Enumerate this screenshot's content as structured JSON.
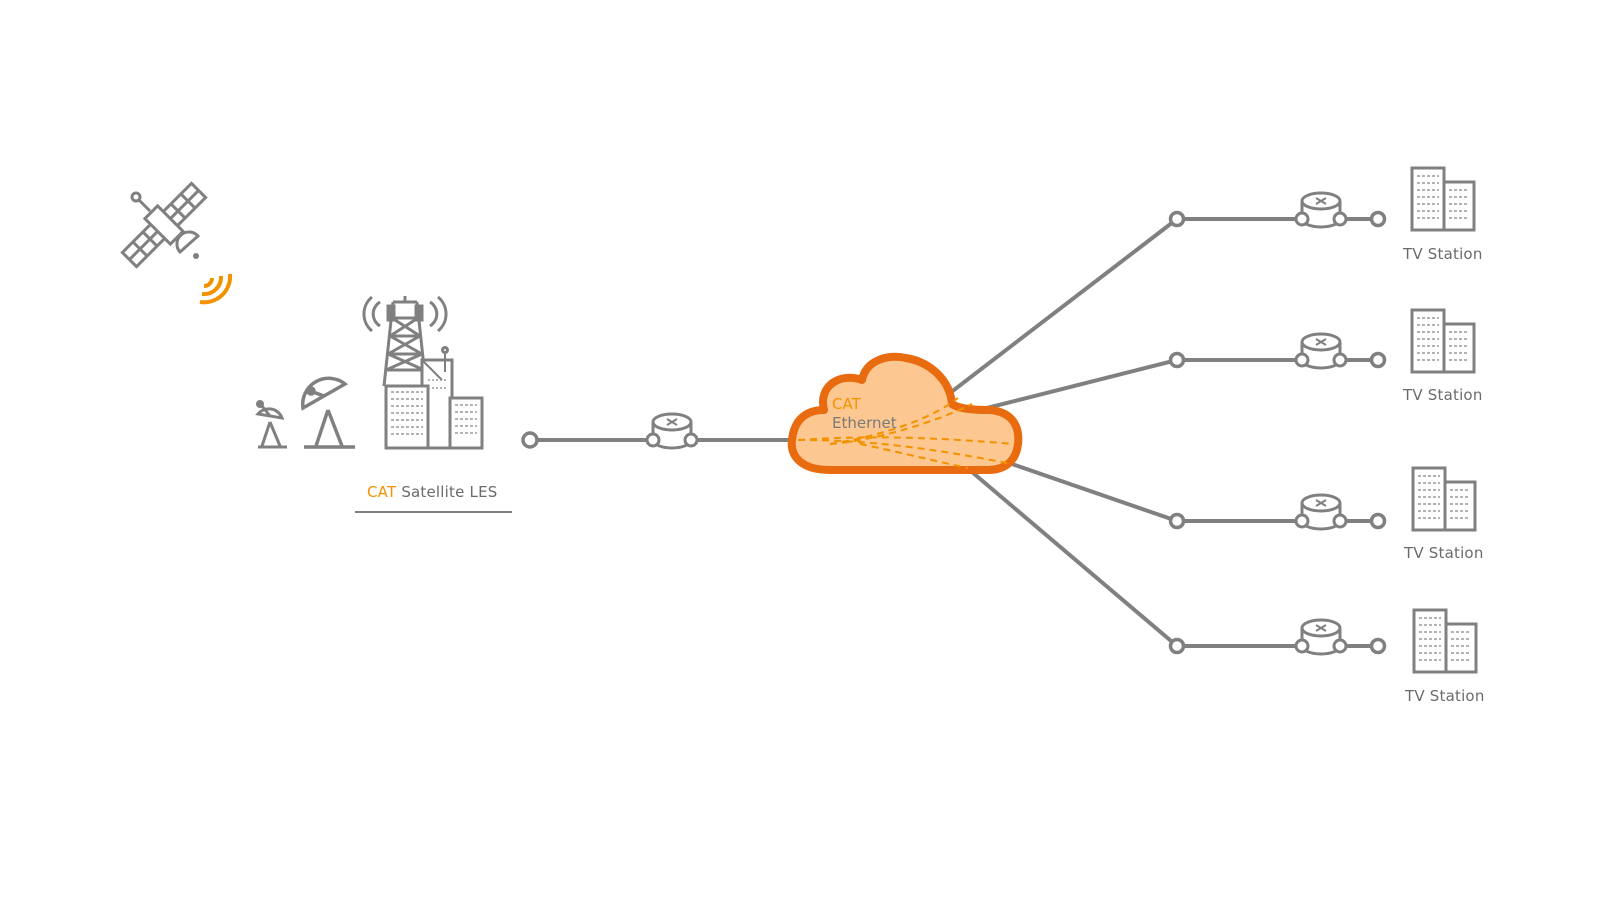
{
  "colors": {
    "line": "#808080",
    "accent": "#f39200",
    "cloud_stroke": "#e96b10",
    "cloud_fill": "#fcc790",
    "label": "#6b6b6b"
  },
  "icons": {
    "satellite": "satellite-icon",
    "signal": "signal-waves-icon",
    "dish_small": "satellite-dish-small-icon",
    "dish_large": "satellite-dish-large-icon",
    "tower": "transmission-tower-icon",
    "earth_station_building": "building-icon",
    "router": "router-icon",
    "cloud": "cloud-icon",
    "tv_station_building": "building-icon"
  },
  "les": {
    "brand": "CAT",
    "name": "Satellite LES"
  },
  "cloud": {
    "line1": "CAT",
    "line2": "Ethernet"
  },
  "stations": [
    {
      "label": "TV Station"
    },
    {
      "label": "TV Station"
    },
    {
      "label": "TV Station"
    },
    {
      "label": "TV Station"
    }
  ]
}
